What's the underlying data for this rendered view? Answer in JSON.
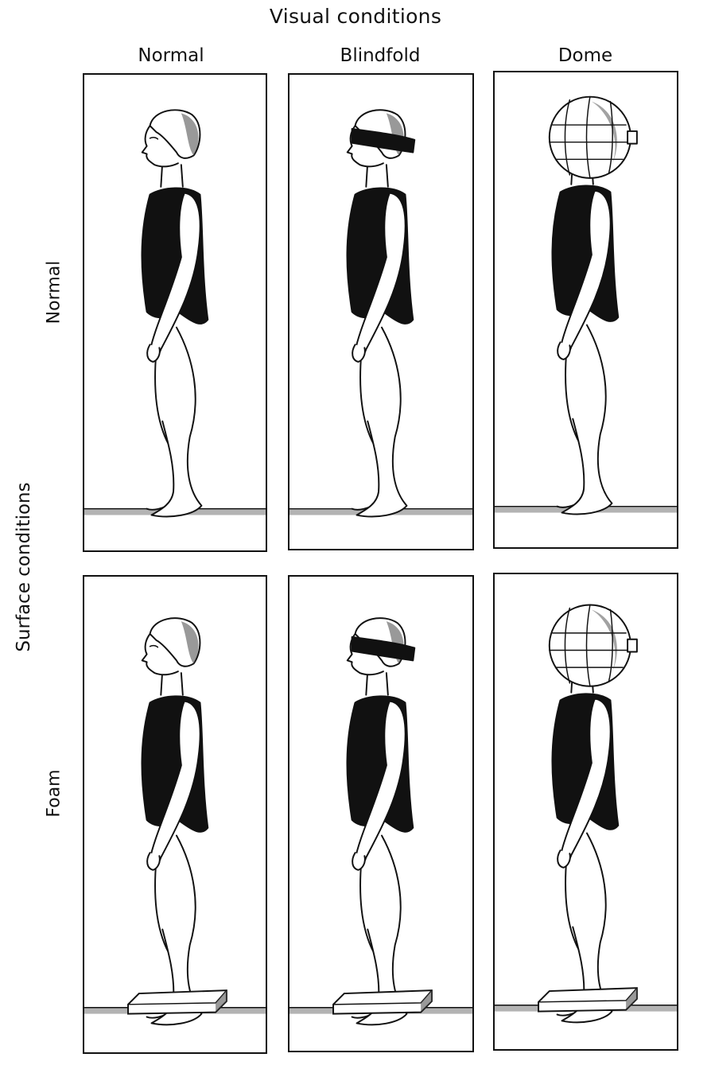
{
  "title": "Visual conditions",
  "visual_conditions": [
    "Normal",
    "Blindfold",
    "Dome"
  ],
  "surface_axis_label": "Surface conditions",
  "surface_conditions": [
    "Normal",
    "Foam"
  ],
  "panels": [
    {
      "visual": "normal",
      "surface": "normal"
    },
    {
      "visual": "blindfold",
      "surface": "normal"
    },
    {
      "visual": "dome",
      "surface": "normal"
    },
    {
      "visual": "normal",
      "surface": "foam"
    },
    {
      "visual": "blindfold",
      "surface": "foam"
    },
    {
      "visual": "dome",
      "surface": "foam"
    }
  ],
  "colors": {
    "ink": "#111111",
    "floor": "#9a9a9a",
    "hair_shade": "#555555"
  }
}
